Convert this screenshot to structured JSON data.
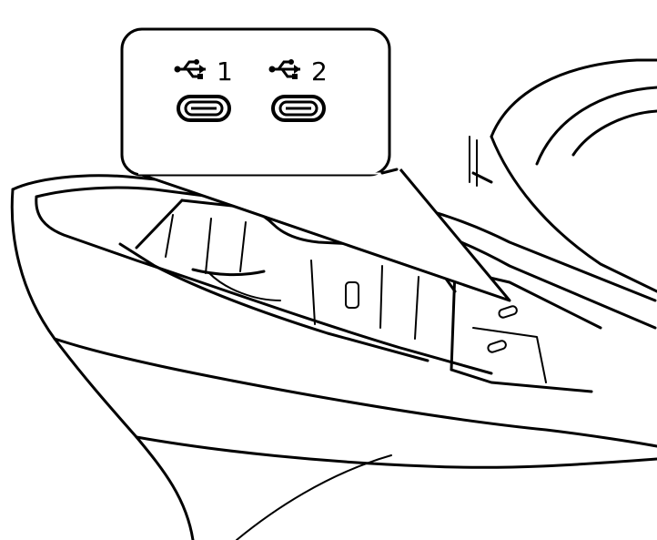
{
  "callout": {
    "ports": [
      {
        "number": "1",
        "icon": "usb-icon",
        "connector": "usb-c-port"
      },
      {
        "number": "2",
        "icon": "usb-icon",
        "connector": "usb-c-port"
      }
    ]
  },
  "colors": {
    "line": "#000000",
    "background": "#ffffff"
  }
}
